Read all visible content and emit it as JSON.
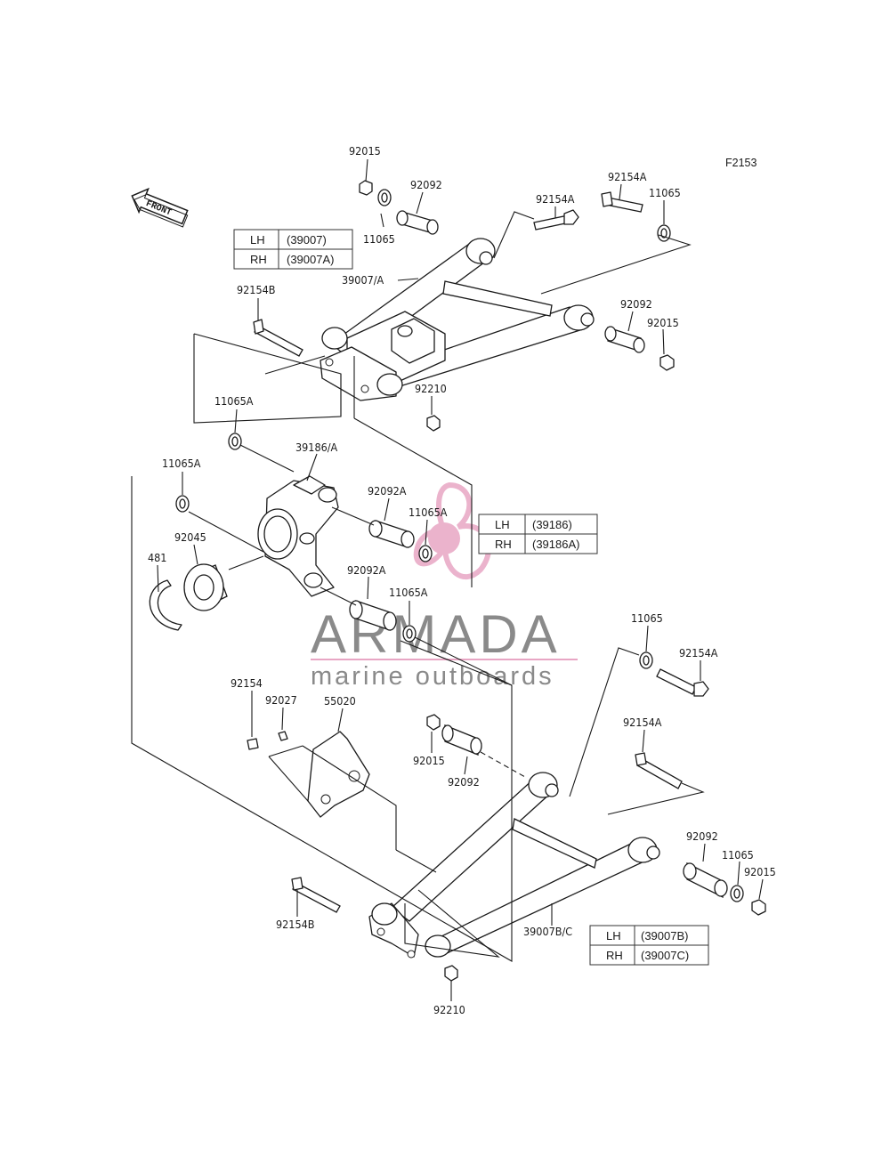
{
  "figure_code": "F2153",
  "front_label": "FRONT",
  "labels": [
    {
      "id": "l1",
      "text": "92015"
    },
    {
      "id": "l2",
      "text": "92092"
    },
    {
      "id": "l3",
      "text": "11065"
    },
    {
      "id": "l4",
      "text": "92154A"
    },
    {
      "id": "l5",
      "text": "92154A"
    },
    {
      "id": "l6",
      "text": "11065"
    },
    {
      "id": "l7",
      "text": "39007/A"
    },
    {
      "id": "l8",
      "text": "92154B"
    },
    {
      "id": "l9",
      "text": "92092"
    },
    {
      "id": "l10",
      "text": "92015"
    },
    {
      "id": "l11",
      "text": "92210"
    },
    {
      "id": "l12",
      "text": "11065A"
    },
    {
      "id": "l13",
      "text": "39186/A"
    },
    {
      "id": "l14",
      "text": "11065A"
    },
    {
      "id": "l15",
      "text": "92092A"
    },
    {
      "id": "l16",
      "text": "11065A"
    },
    {
      "id": "l17",
      "text": "92045"
    },
    {
      "id": "l18",
      "text": "481"
    },
    {
      "id": "l19",
      "text": "92092A"
    },
    {
      "id": "l20",
      "text": "11065A"
    },
    {
      "id": "l21",
      "text": "11065"
    },
    {
      "id": "l22",
      "text": "92154A"
    },
    {
      "id": "l23",
      "text": "92154"
    },
    {
      "id": "l24",
      "text": "92027"
    },
    {
      "id": "l25",
      "text": "55020"
    },
    {
      "id": "l26",
      "text": "92154A"
    },
    {
      "id": "l27",
      "text": "92015"
    },
    {
      "id": "l28",
      "text": "92092"
    },
    {
      "id": "l29",
      "text": "92092"
    },
    {
      "id": "l30",
      "text": "11065"
    },
    {
      "id": "l31",
      "text": "92015"
    },
    {
      "id": "l32",
      "text": "92154B"
    },
    {
      "id": "l33",
      "text": "39007B/C"
    },
    {
      "id": "l34",
      "text": "92210"
    }
  ],
  "tables": [
    {
      "rows": [
        [
          "LH",
          "(39007)"
        ],
        [
          "RH",
          "(39007A)"
        ]
      ]
    },
    {
      "rows": [
        [
          "LH",
          "(39186)"
        ],
        [
          "RH",
          "(39186A)"
        ]
      ]
    },
    {
      "rows": [
        [
          "LH",
          "(39007B)"
        ],
        [
          "RH",
          "(39007C)"
        ]
      ]
    }
  ],
  "watermark": {
    "title": "ARMADA",
    "subtitle": "marine outboards",
    "colors": {
      "logo": "#e8a6c4",
      "text": "#8a8a8a"
    }
  }
}
